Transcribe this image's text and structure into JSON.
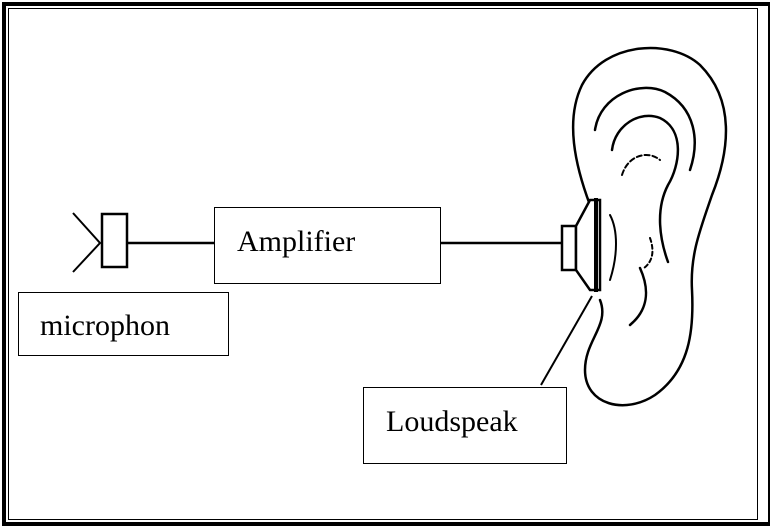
{
  "labels": {
    "amplifier": "Amplifier",
    "microphone": "microphon",
    "loudspeaker": "Loudspeak"
  },
  "icons": {
    "microphone": "microphone-icon",
    "loudspeaker": "loudspeaker-icon",
    "ear": "ear-illustration"
  },
  "colors": {
    "line": "#000000",
    "background": "#ffffff"
  }
}
